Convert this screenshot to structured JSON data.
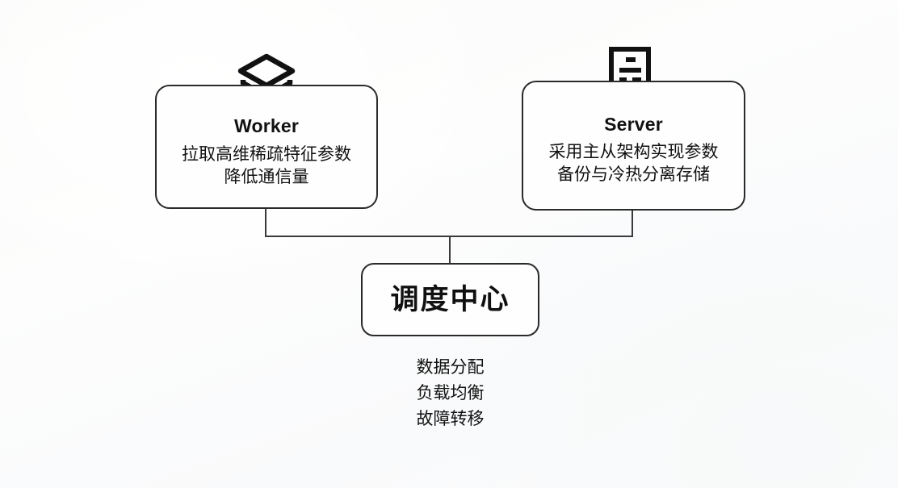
{
  "canvas": {
    "background_color": "#fdfdfd",
    "line_color": "#3a3a3a",
    "text_color": "#111111"
  },
  "diagram": {
    "type": "block-diagram",
    "nodes": [
      {
        "id": "worker",
        "icon": "layers-stack-icon",
        "title": "Worker",
        "desc_lines": [
          "拉取高维稀疏特征参数",
          "降低通信量"
        ]
      },
      {
        "id": "server",
        "icon": "document-database-icon",
        "title": "Server",
        "desc_lines": [
          "采用主从架构实现参数",
          "备份与冷热分离存储"
        ]
      },
      {
        "id": "center",
        "title": "调度中心"
      }
    ],
    "caption_lines": [
      "数据分配",
      "负载均衡",
      "故障转移"
    ]
  }
}
